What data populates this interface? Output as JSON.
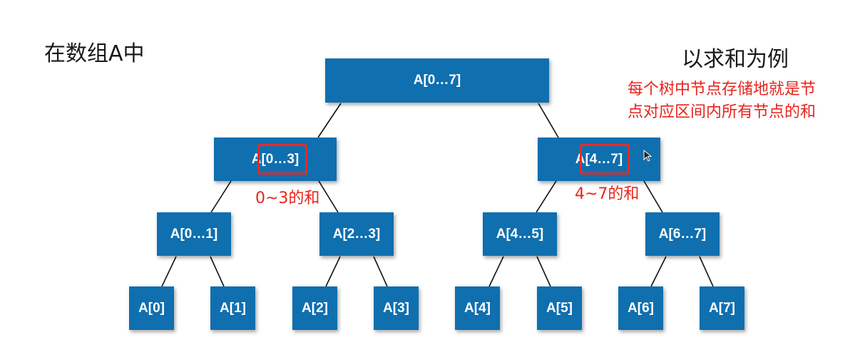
{
  "title_left": "在数组A中",
  "title_right": "以求和为例",
  "note": {
    "line1": "每个树中节点存储地就是节",
    "line2": "点对应区间内所有节点的和"
  },
  "colors": {
    "node": "#0f6faf",
    "highlight": "#ee2a22"
  },
  "nodes": {
    "root": "A[0…7]",
    "n03": "A[0…3]",
    "n47": "A[4…7]",
    "n01": "A[0…1]",
    "n23": "A[2…3]",
    "n45": "A[4…5]",
    "n67": "A[6…7]",
    "a0": "A[0]",
    "a1": "A[1]",
    "a2": "A[2]",
    "a3": "A[3]",
    "a4": "A[4]",
    "a5": "A[5]",
    "a6": "A[6]",
    "a7": "A[7]"
  },
  "annotations": {
    "sum03": "0~3的和",
    "sum47": "4~7的和"
  }
}
